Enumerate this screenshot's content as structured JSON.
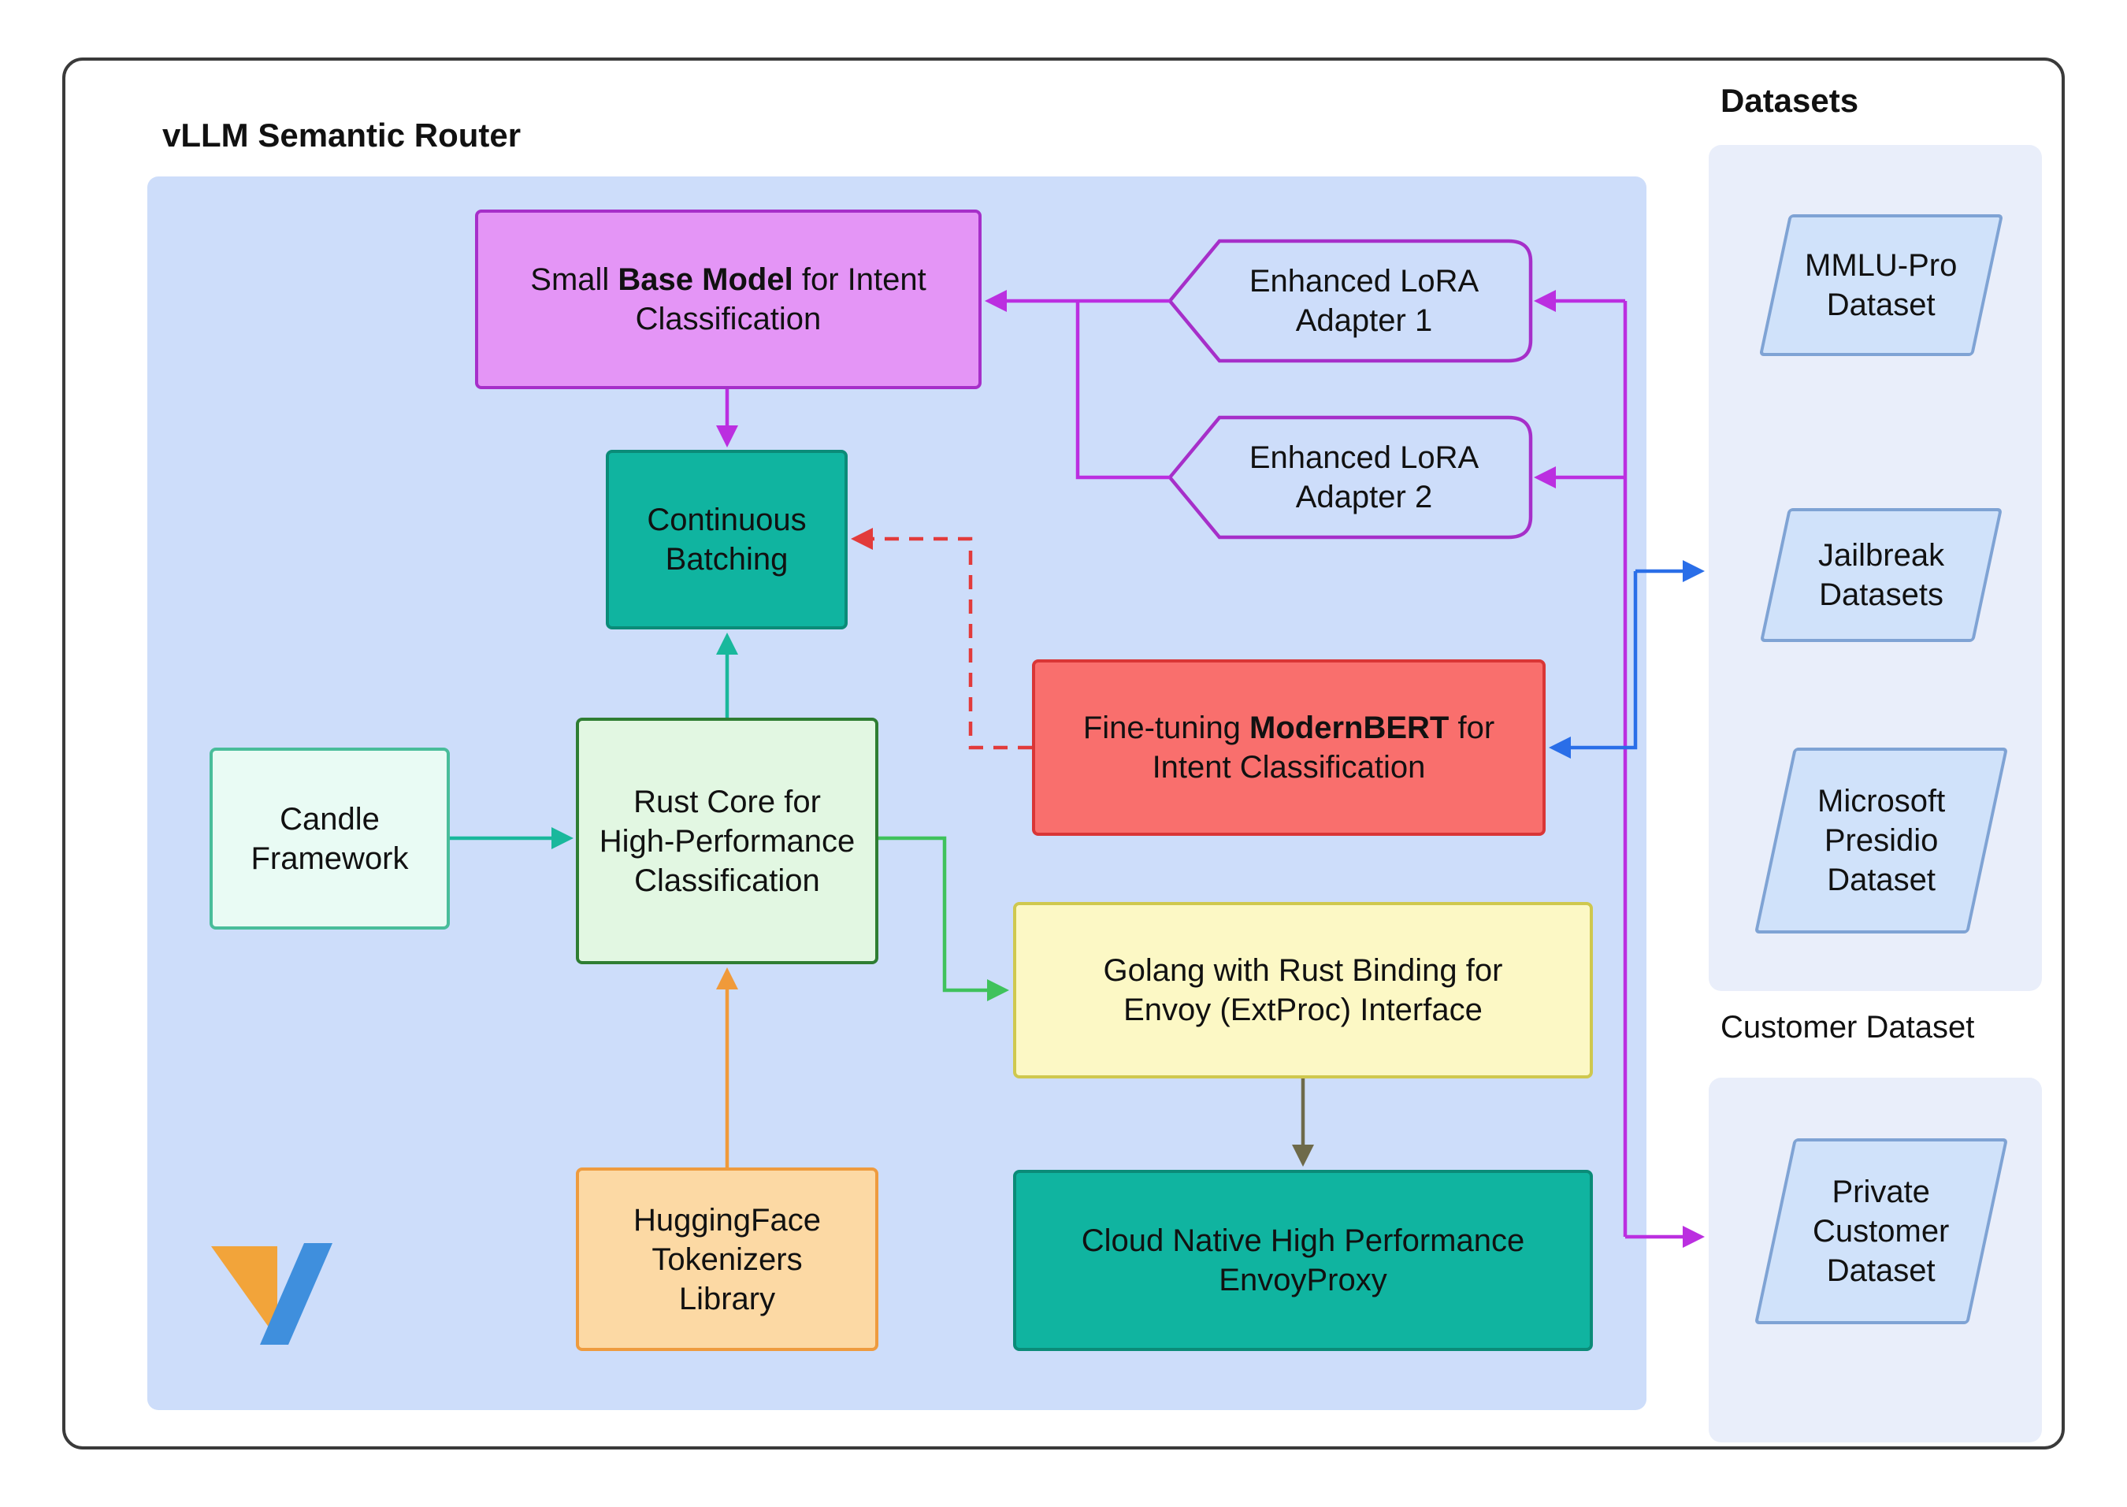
{
  "title": "vLLM Semantic Router",
  "datasets_label": "Datasets",
  "customer_label": "Customer Dataset",
  "nodes": {
    "base_model": {
      "pre": "Small ",
      "bold": "Base Model",
      "post": " for Intent\nClassification"
    },
    "adapter1": {
      "label": "Enhanced LoRA\nAdapter 1"
    },
    "adapter2": {
      "label": "Enhanced LoRA\nAdapter 2"
    },
    "continuous_batching": {
      "label": "Continuous\nBatching"
    },
    "fine_tuning": {
      "pre": "Fine-tuning ",
      "bold": "ModernBERT",
      "post": " for\nIntent Classification"
    },
    "candle": {
      "label": "Candle\nFramework"
    },
    "rust_core": {
      "label": "Rust Core for\nHigh-Performance\nClassification"
    },
    "golang": {
      "label": "Golang with Rust Binding for\nEnvoy (ExtProc) Interface"
    },
    "huggingface": {
      "label": "HuggingFace\nTokenizers\nLibrary"
    },
    "envoy": {
      "label": "Cloud Native High Performance\nEnvoyProxy"
    },
    "mmlu": {
      "label": "MMLU-Pro\nDataset"
    },
    "jailbreak": {
      "label": "Jailbreak\nDatasets"
    },
    "presidio": {
      "label": "Microsoft\nPresidio\nDataset"
    },
    "private_customer": {
      "label": "Private\nCustomer\nDataset"
    }
  },
  "colors": {
    "frame-border": "#3a3a3a",
    "panel-main": "#cdddfa",
    "panel-side": "#e9eefa",
    "purple": "#bb2fe0",
    "purple-border": "#a62fc9",
    "violet-fill": "#e495f6",
    "adapter-fill": "#eba6f8",
    "teal-fill": "#10b4a0",
    "teal-border": "#0b8b78",
    "teal-arrow": "#19b89c",
    "red-fill": "#f96f6d",
    "red-border": "#d93636",
    "red-arrow": "#e23b3b",
    "mint-fill": "#e9fbf4",
    "mint-border": "#49bd9a",
    "green-fill": "#e2f7e2",
    "green-border": "#2e7d32",
    "green-arrow": "#3fc25c",
    "yellow-fill": "#fcf8c5",
    "yellow-border": "#cfc84e",
    "orange-fill": "#fcd9a4",
    "orange-border": "#ee9b3e",
    "orange-arrow": "#f09a3a",
    "blue-arrow": "#2a6ee8",
    "olive-arrow": "#6e6a4a",
    "pgram-fill": "#d0e2fa",
    "pgram-border": "#7fa3d4",
    "logo-orange": "#f2a43a",
    "logo-blue": "#3f8fdd"
  }
}
